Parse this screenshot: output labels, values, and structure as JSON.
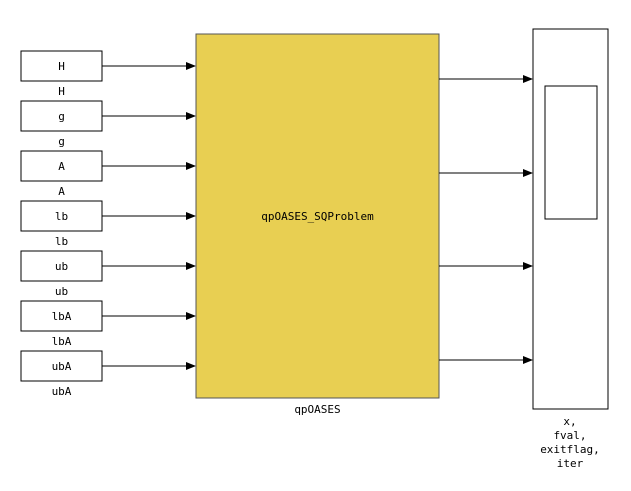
{
  "colors": {
    "background": "#ffffff",
    "stroke": "#000000",
    "main_block_fill": "#e8cf52",
    "main_block_stroke": "#555555"
  },
  "inputs": [
    {
      "id": "H",
      "block_text": "H",
      "label": "H"
    },
    {
      "id": "g",
      "block_text": "g",
      "label": "g"
    },
    {
      "id": "A",
      "block_text": "A",
      "label": "A"
    },
    {
      "id": "lb",
      "block_text": "lb",
      "label": "lb"
    },
    {
      "id": "ub",
      "block_text": "ub",
      "label": "ub"
    },
    {
      "id": "lbA",
      "block_text": "lbA",
      "label": "lbA"
    },
    {
      "id": "ubA",
      "block_text": "ubA",
      "label": "ubA"
    }
  ],
  "main_block": {
    "text": "qpOASES_SQProblem",
    "label": "qpOASES"
  },
  "output_block": {
    "label_lines": [
      "x,",
      "fval,",
      "exitflag,",
      "iter"
    ]
  },
  "output_count": 4
}
